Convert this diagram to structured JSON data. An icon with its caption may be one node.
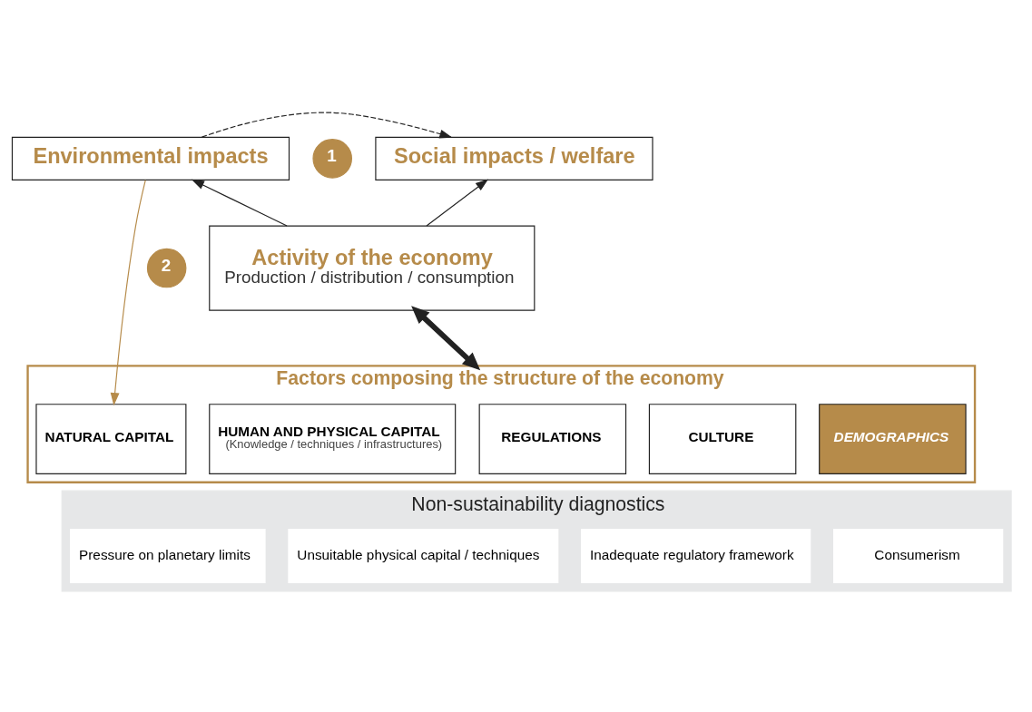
{
  "diagram": {
    "nodes": [
      {
        "text": [
          "Environmental impacts"
        ]
      },
      {
        "text": [
          "Social impacts / welfare"
        ]
      },
      {
        "text": [
          "1"
        ]
      },
      {
        "text": [
          "Activity of the economy",
          "Production / distribution / consumption"
        ]
      },
      {
        "text": [
          "2"
        ]
      },
      {
        "text": [
          "Factors composing the structure of the economy"
        ]
      },
      {
        "text": [
          "NATURAL CAPITAL"
        ],
        "in": 5
      },
      {
        "text": [
          "HUMAN AND PHYSICAL CAPITAL",
          "(Knowledge / techniques / infrastructures)"
        ],
        "in": 5
      },
      {
        "text": [
          "REGULATIONS"
        ],
        "in": 5
      },
      {
        "text": [
          "CULTURE"
        ],
        "in": 5
      },
      {
        "text": [
          "DEMOGRAPHICS"
        ],
        "in": 5
      },
      {
        "text": [
          "Non-sustainability diagnostics"
        ]
      },
      {
        "text": [
          "Pressure on planetary limits"
        ],
        "in": 11
      },
      {
        "text": [
          "Unsuitable physical capital / techniques"
        ],
        "in": 11
      },
      {
        "text": [
          "Inadequate regulatory framework"
        ],
        "in": 11
      },
      {
        "text": [
          "Consumerism"
        ],
        "in": 11
      }
    ],
    "edges": [
      {
        "from": 0,
        "to": 1,
        "arrow": "to",
        "style": "dashed"
      },
      {
        "from": 3,
        "to": 0,
        "arrow": "to"
      },
      {
        "from": 3,
        "to": 1,
        "arrow": "to"
      },
      {
        "from": 3,
        "to": 5,
        "arrow": "both",
        "style": "thick"
      },
      {
        "from": 0,
        "to": 6,
        "arrow": "to",
        "color": "#b68b4a"
      }
    ]
  }
}
